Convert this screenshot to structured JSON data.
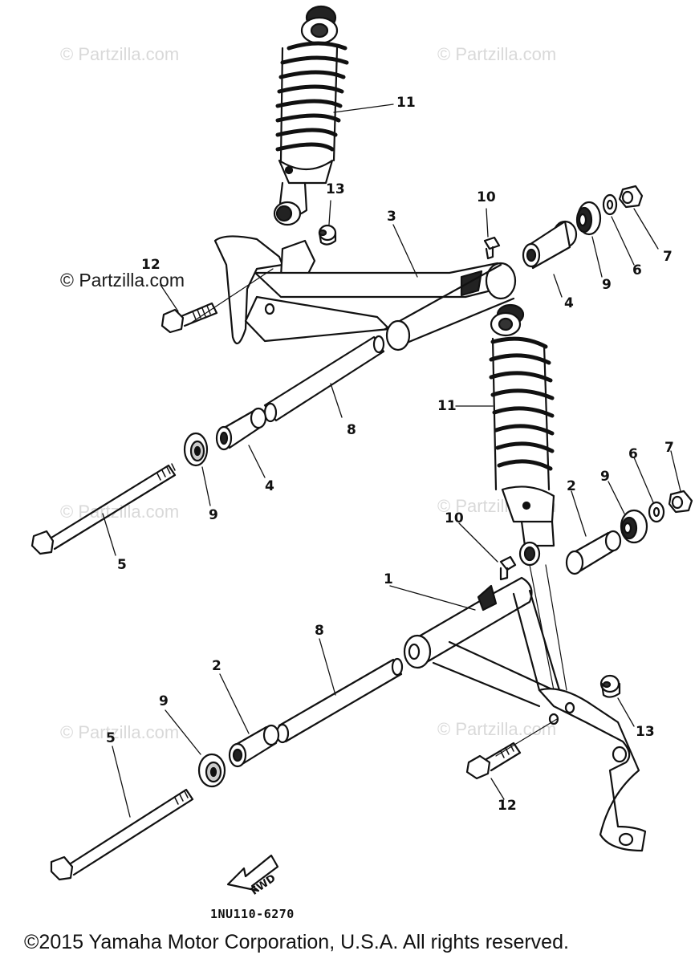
{
  "diagram": {
    "watermark_text": "© Partzilla.com",
    "figure_code": "1NU110-6270",
    "copyright": "©2015 Yamaha Motor Corporation, U.S.A. All rights reserved.",
    "fwd_label": "FWD",
    "callouts": {
      "upper_11": "11",
      "upper_13": "13",
      "upper_3": "3",
      "upper_10": "10",
      "upper_4a": "4",
      "upper_9a": "9",
      "upper_6": "6",
      "upper_7": "7",
      "upper_12": "12",
      "upper_8": "8",
      "upper_4b": "4",
      "upper_9b": "9",
      "upper_5": "5",
      "lower_11": "11",
      "lower_7": "7",
      "lower_6": "6",
      "lower_9a": "9",
      "lower_2a": "2",
      "lower_10": "10",
      "lower_1": "1",
      "lower_8": "8",
      "lower_2b": "2",
      "lower_9b": "9",
      "lower_5": "5",
      "lower_13": "13",
      "lower_12": "12"
    }
  }
}
